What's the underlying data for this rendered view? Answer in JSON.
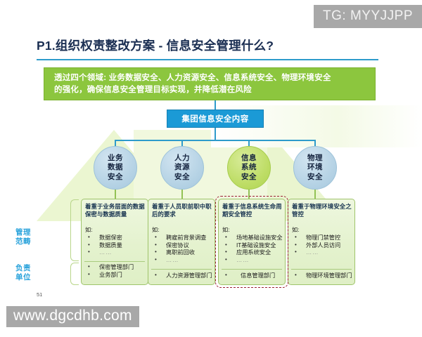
{
  "watermarks": {
    "tg": "TG: MYYJJPP",
    "url": "www.dgcdhb.com"
  },
  "slide": {
    "title": "P1.组织权责整改方案 - 信息安全管理什么?",
    "page_number": "51",
    "accent_blue": "#2E9BCB",
    "accent_green": "#8CC63E",
    "highlight_red": "#9B1F35"
  },
  "banner": {
    "line1": "透过四个领域: 业务数据安全、人力资源安全、信息系统安全、物理环境安全",
    "line2": "的强化，确保信息安全管理目标实现，并降低潜在风险"
  },
  "hub": {
    "label": "集团信息安全内容"
  },
  "axis_labels": {
    "scope": [
      "管理",
      "范畴"
    ],
    "owner": [
      "负责",
      "单位"
    ]
  },
  "branches": [
    {
      "circle": [
        "业务",
        "数据",
        "安全"
      ],
      "highlighted": false,
      "card": {
        "heading": "着重于业务层面的数据保密与数据质量",
        "example_label": "如:",
        "items": [
          "数据保密",
          "数据质量",
          "……"
        ],
        "owner": "保密管理部门",
        "owner2": "业务部门"
      }
    },
    {
      "circle": [
        "人力",
        "资源",
        "安全"
      ],
      "highlighted": false,
      "card": {
        "heading": "着重于人员职前职中职后的要求",
        "example_label": "如:",
        "items": [
          "聘雇前背景调查",
          "保密协议",
          "离职前回收",
          "……"
        ],
        "owner": "人力资源管理部门",
        "owner2": ""
      }
    },
    {
      "circle": [
        "信息",
        "系统",
        "安全"
      ],
      "highlighted": true,
      "card": {
        "heading": "着重于信息系统生命周期安全管控",
        "example_label": "如:",
        "items": [
          "场地基础设施安全",
          "IT基础设施安全",
          "应用系统安全",
          "……"
        ],
        "owner": "信息管理部门",
        "owner2": ""
      }
    },
    {
      "circle": [
        "物理",
        "环境",
        "安全"
      ],
      "highlighted": false,
      "card": {
        "heading": "着重于物理环境安全之管控",
        "example_label": "如:",
        "items": [
          "物理门禁管控",
          "外部人员访问",
          "……"
        ],
        "owner": "物理环境管理部门",
        "owner2": ""
      }
    }
  ]
}
